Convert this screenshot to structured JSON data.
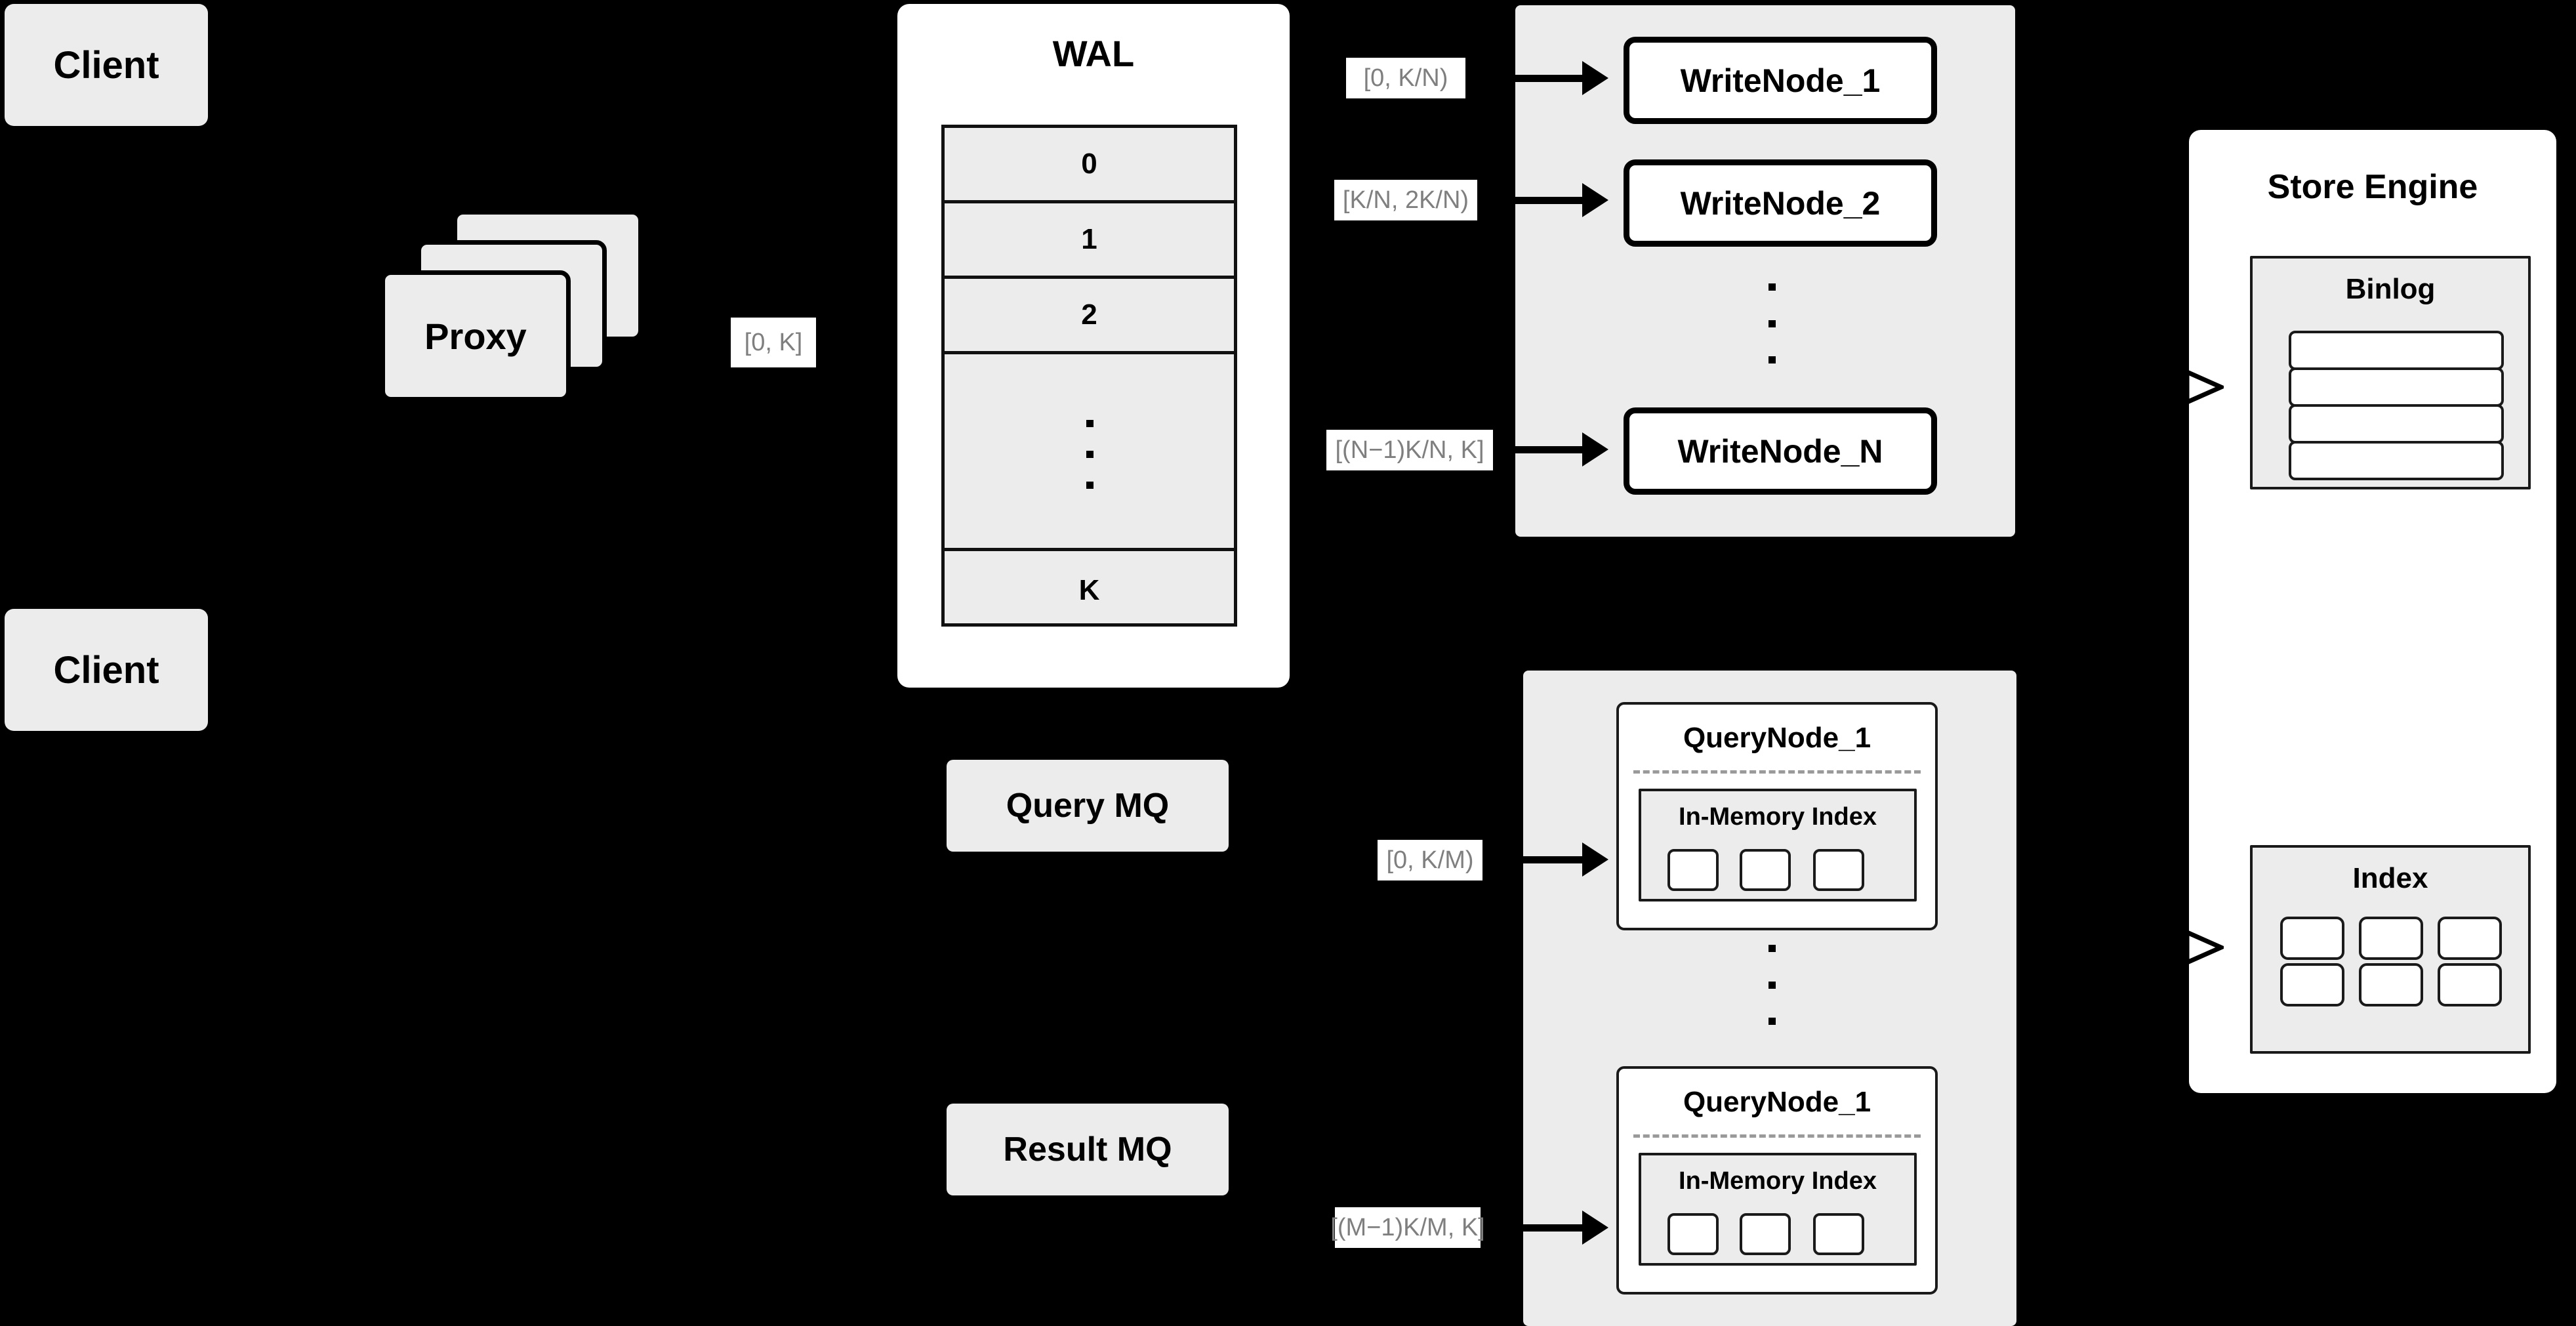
{
  "diagram": {
    "background_color": "#000000",
    "node_fill": "#ececec",
    "panel_fill": "#ffffff",
    "label_text_color": "#7f7f7f",
    "stroke_color": "#000000"
  },
  "clients": [
    {
      "label": "Client"
    },
    {
      "label": "Client"
    }
  ],
  "proxy": {
    "label": "Proxy",
    "stack_count": 3
  },
  "labels": {
    "proxy_to_wal": "[0, K]",
    "write_node_1": "[0,  K/N)",
    "write_node_2": "[K/N, 2K/N)",
    "write_node_n": "[(N−1)K/N,  K]",
    "query_node_1": "[0, K/M)",
    "query_node_m": "[(M−1)K/M, K]"
  },
  "wal": {
    "title": "WAL",
    "rows": [
      "0",
      "1",
      "2",
      "⋮",
      "K"
    ]
  },
  "message_queues": [
    {
      "label": "Query MQ"
    },
    {
      "label": "Result MQ"
    }
  ],
  "write_cluster": {
    "nodes": [
      {
        "label": "WriteNode_1"
      },
      {
        "label": "WriteNode_2"
      },
      {
        "label": "WriteNode_N"
      }
    ],
    "ellipsis": "⋮"
  },
  "query_cluster": {
    "nodes": [
      {
        "label": "QueryNode_1",
        "index_label": "In-Memory Index",
        "index_cells": 3
      },
      {
        "label": "QueryNode_1",
        "index_label": "In-Memory Index",
        "index_cells": 3
      }
    ],
    "ellipsis": "⋮"
  },
  "store_engine": {
    "title": "Store Engine",
    "binlog": {
      "title": "Binlog",
      "bars": 4
    },
    "index": {
      "title": "Index",
      "rows": 2,
      "cols": 3
    }
  }
}
